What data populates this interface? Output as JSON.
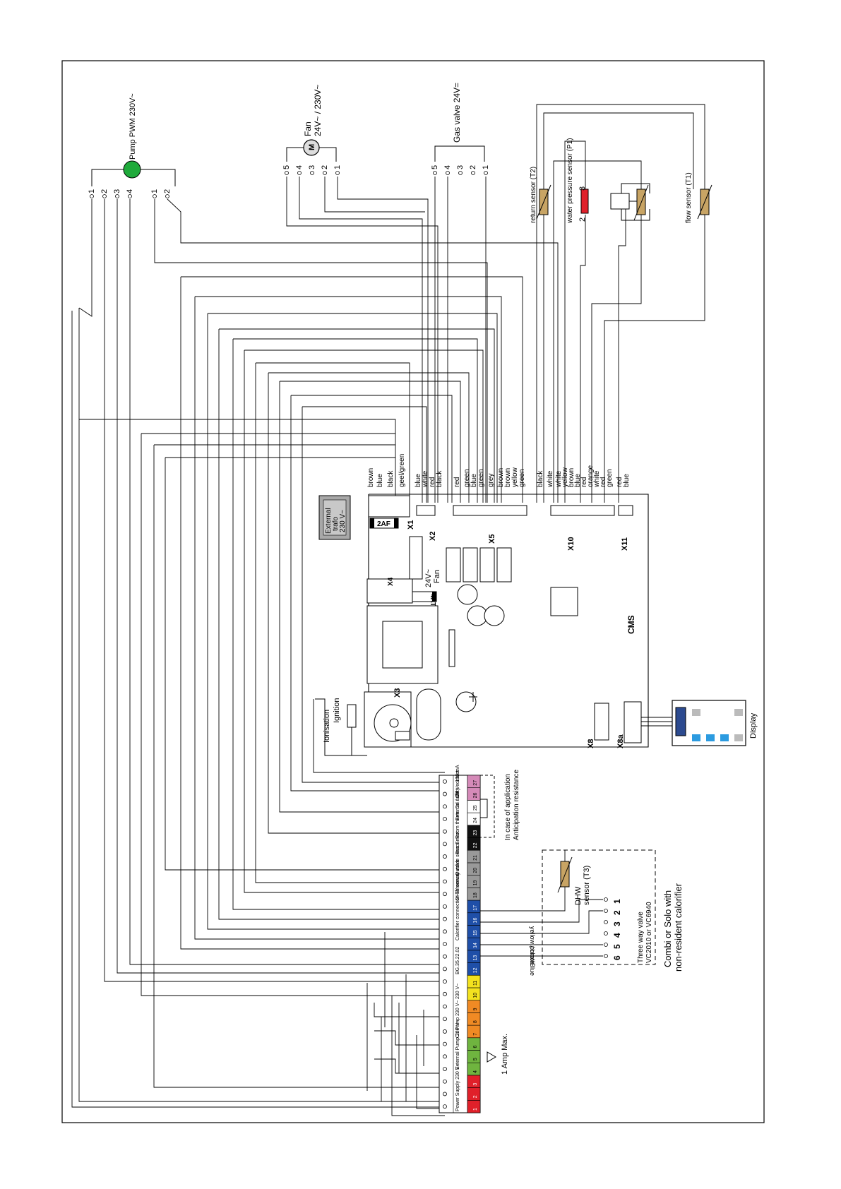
{
  "components": {
    "pump_label": "Pump PWM 230V~",
    "fan_label": "Fan",
    "fan_voltage": "24V~ / 230V~",
    "fan_symbol": "M",
    "gas_valve_label": "Gas valve 24V=",
    "return_sensor": "return sensor (T2)",
    "pressure_sensor": "water pressure sensor (P1)",
    "flow_sensor": "flow sensor (T1)",
    "external_trafo": [
      "External",
      "trafo",
      "230 V~"
    ],
    "fuse_2af": "2AF",
    "fuse_4at": "4AT",
    "fan_24v": [
      "24V~",
      "Fan"
    ],
    "ionisation": "Ionisation",
    "ignition": "Ignition",
    "cms": "CMS",
    "display": "Display",
    "dhw_sensor": [
      "DHW",
      "sensor (T3)"
    ],
    "three_way_valve": [
      "Three way valve",
      "VC2010 or VC6940"
    ],
    "combi_solo": [
      "Combi or Solo with",
      "non-resident calorifier"
    ],
    "anticipation": [
      "In case of application",
      "Anticipation resistance"
    ],
    "amp_max": "1 Amp Max.",
    "yellow_black": "yellow / black",
    "purple": "purple",
    "blue_wire": "Blue"
  },
  "connectors": {
    "x1": "X1",
    "x2": "X2",
    "x3": "X3",
    "x4": "X4",
    "x5": "X5",
    "x8": "X8",
    "x8a": "X8a",
    "x10": "X10",
    "x11": "X11"
  },
  "pump_pins": [
    "1",
    "2",
    "3",
    "4",
    "1",
    "2"
  ],
  "fan_pins": [
    "5",
    "4",
    "3",
    "2",
    "1"
  ],
  "gas_pins": [
    "5",
    "4",
    "3",
    "2",
    "1"
  ],
  "sensor_pins": [
    "2",
    "3"
  ],
  "valve_pins": [
    "6",
    "5",
    "4",
    "3",
    "2",
    "1"
  ],
  "x1_wires": [
    "brown",
    "blue",
    "black",
    "geel/green"
  ],
  "x2_wires": [
    "blue",
    "white",
    "red",
    "black"
  ],
  "x5_wires": [
    "red",
    "green",
    "blue",
    "green",
    "grey",
    "brown",
    "brown",
    "yellow",
    "green"
  ],
  "x10_wires": [
    "black",
    "white",
    "white",
    "yellow",
    "brown",
    "blue",
    "red",
    "orange",
    "white",
    "red",
    "green"
  ],
  "x11_wires": [
    "red",
    "blue"
  ],
  "terminal_groups": [
    "Power Supply 230 V~",
    "External Pump 230 V~",
    "Cir Pump 230 V~",
    "230 V~",
    "BG.35.22.02",
    "Calorifier connection Threeway valve",
    "DHW sensor",
    "Outside sensor",
    "Bus Smart",
    "Room therm. On / Off",
    "External safety contact",
    "24 V~ 100 mA"
  ],
  "terminal_numbers": [
    "1",
    "2",
    "3",
    "4",
    "5",
    "6",
    "7",
    "8",
    "9",
    "10",
    "11",
    "12",
    "13",
    "14",
    "15",
    "16",
    "17",
    "18",
    "19",
    "20",
    "21",
    "22",
    "23",
    "24",
    "25",
    "26",
    "27"
  ],
  "terminal_colors": [
    "#e0202a",
    "#e0202a",
    "#e0202a",
    "#6fb43f",
    "#6fb43f",
    "#6fb43f",
    "#f08a24",
    "#f08a24",
    "#f08a24",
    "#f3e21f",
    "#f3e21f",
    "#1f4fa8",
    "#1f4fa8",
    "#1f4fa8",
    "#1f4fa8",
    "#1f4fa8",
    "#1f4fa8",
    "#999999",
    "#999999",
    "#999999",
    "#999999",
    "#111111",
    "#111111",
    "#ffffff",
    "#ffffff",
    "#d58ab8",
    "#d58ab8"
  ],
  "colors": {
    "pump": "#1faa3b",
    "pressure_sensor": "#e0202a",
    "sensor_body": "#c8a464",
    "display_blue": "#2c9be0",
    "trafo_grey": "#a8a8a8"
  }
}
